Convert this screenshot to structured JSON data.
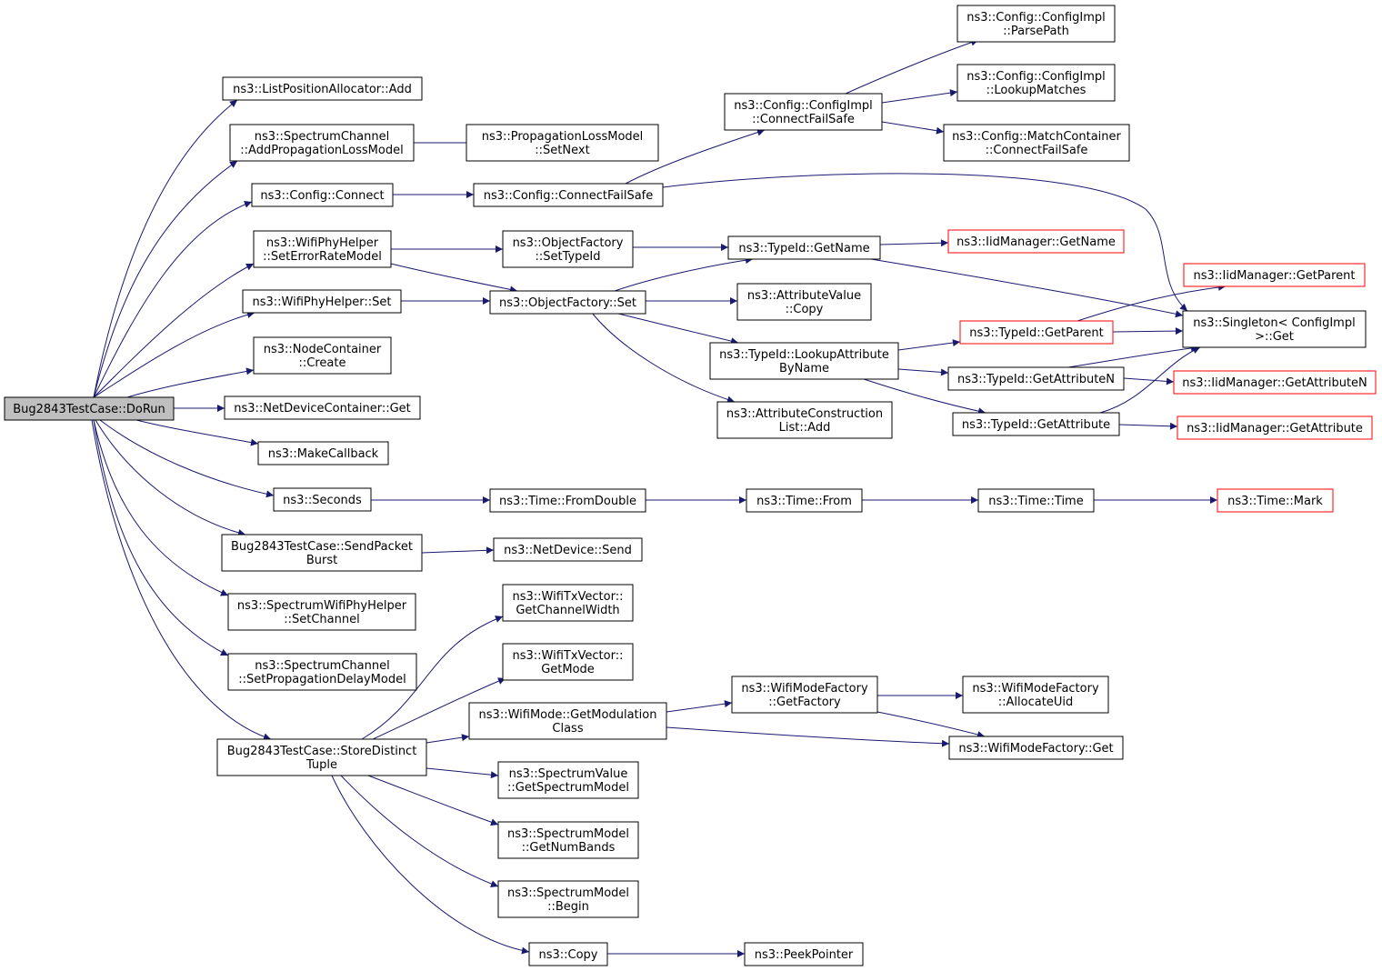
{
  "graph": {
    "line_color": "#191970",
    "root_fill": "#bfbfbf",
    "truncated_border_color": "#ff0000",
    "nodes": {
      "root": [
        "Bug2843TestCase::DoRun"
      ],
      "add": [
        "ns3::ListPositionAllocator::Add"
      ],
      "addploss": [
        "ns3::SpectrumChannel",
        "::AddPropagationLossModel"
      ],
      "setnext": [
        "ns3::PropagationLossModel",
        "::SetNext"
      ],
      "connect": [
        "ns3::Config::Connect"
      ],
      "connectfs": [
        "ns3::Config::ConnectFailSafe"
      ],
      "cfg_cfs": [
        "ns3::Config::ConfigImpl",
        "::ConnectFailSafe"
      ],
      "parsepath": [
        "ns3::Config::ConfigImpl",
        "::ParsePath"
      ],
      "lookupm": [
        "ns3::Config::ConfigImpl",
        "::LookupMatches"
      ],
      "mc_cfs": [
        "ns3::Config::MatchContainer",
        "::ConnectFailSafe"
      ],
      "seterr": [
        "ns3::WifiPhyHelper",
        "::SetErrorRateModel"
      ],
      "settypeid": [
        "ns3::ObjectFactory",
        "::SetTypeId"
      ],
      "getname": [
        "ns3::TypeId::GetName"
      ],
      "iid_getname": [
        "ns3::IidManager::GetName"
      ],
      "wset": [
        "ns3::WifiPhyHelper::Set"
      ],
      "ofset": [
        "ns3::ObjectFactory::Set"
      ],
      "avcopy": [
        "ns3::AttributeValue",
        "::Copy"
      ],
      "lookupattr": [
        "ns3::TypeId::LookupAttribute",
        "ByName"
      ],
      "aclist": [
        "ns3::AttributeConstruction",
        "List::Add"
      ],
      "getparent": [
        "ns3::TypeId::GetParent"
      ],
      "iid_getparent": [
        "ns3::IidManager::GetParent"
      ],
      "singleton": [
        "ns3::Singleton< ConfigImpl",
        ">::Get"
      ],
      "getattrn": [
        "ns3::TypeId::GetAttributeN"
      ],
      "iid_getattrn": [
        "ns3::IidManager::GetAttributeN"
      ],
      "getattr": [
        "ns3::TypeId::GetAttribute"
      ],
      "iid_getattr": [
        "ns3::IidManager::GetAttribute"
      ],
      "create": [
        "ns3::NodeContainer",
        "::Create"
      ],
      "ndget": [
        "ns3::NetDeviceContainer::Get"
      ],
      "makecb": [
        "ns3::MakeCallback"
      ],
      "seconds": [
        "ns3::Seconds"
      ],
      "fromdouble": [
        "ns3::Time::FromDouble"
      ],
      "from": [
        "ns3::Time::From"
      ],
      "time": [
        "ns3::Time::Time"
      ],
      "mark": [
        "ns3::Time::Mark"
      ],
      "sendburst": [
        "Bug2843TestCase::SendPacket",
        "Burst"
      ],
      "ndsend": [
        "ns3::NetDevice::Send"
      ],
      "setchannel": [
        "ns3::SpectrumWifiPhyHelper",
        "::SetChannel"
      ],
      "setpdelay": [
        "ns3::SpectrumChannel",
        "::SetPropagationDelayModel"
      ],
      "store": [
        "Bug2843TestCase::StoreDistinct",
        "Tuple"
      ],
      "getchw": [
        "ns3::WifiTxVector::",
        "GetChannelWidth"
      ],
      "getmode": [
        "ns3::WifiTxVector::",
        "GetMode"
      ],
      "getmodcls": [
        "ns3::WifiMode::GetModulation",
        "Class"
      ],
      "wmf_getfac": [
        "ns3::WifiModeFactory",
        "::GetFactory"
      ],
      "wmf_alloc": [
        "ns3::WifiModeFactory",
        "::AllocateUid"
      ],
      "wmf_get": [
        "ns3::WifiModeFactory::Get"
      ],
      "getsm": [
        "ns3::SpectrumValue",
        "::GetSpectrumModel"
      ],
      "numbands": [
        "ns3::SpectrumModel",
        "::GetNumBands"
      ],
      "begin": [
        "ns3::SpectrumModel",
        "::Begin"
      ],
      "copy": [
        "ns3::Copy"
      ],
      "peek": [
        "ns3::PeekPointer"
      ]
    }
  }
}
